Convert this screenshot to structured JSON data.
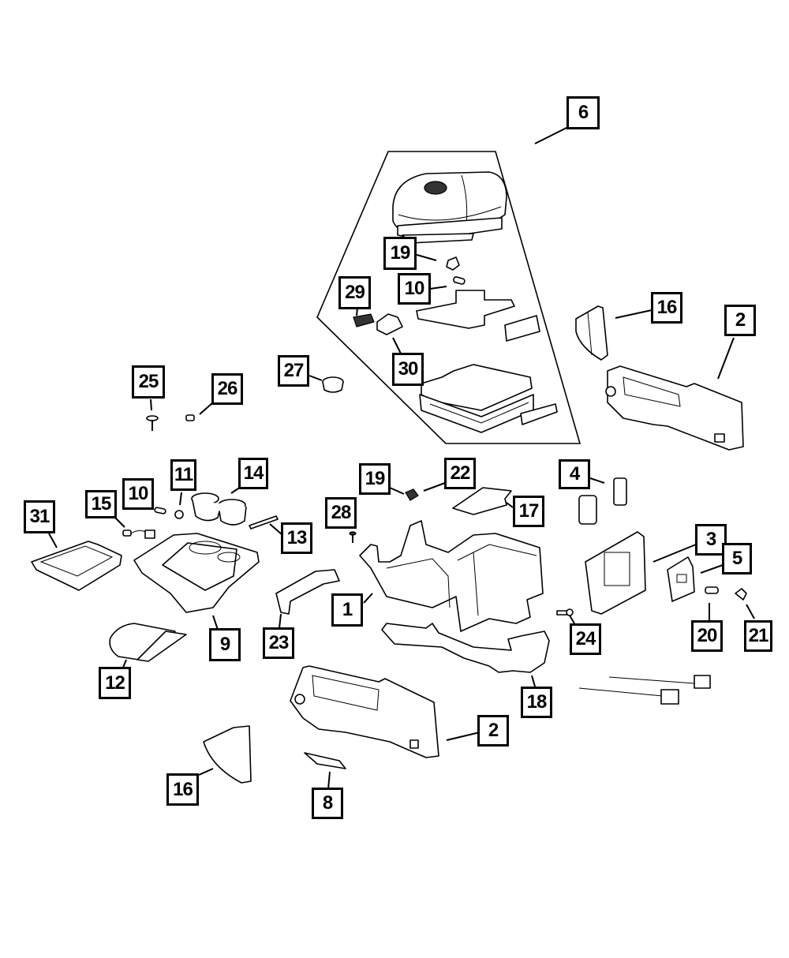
{
  "diagram": {
    "title": "Center Console Exploded Parts Diagram",
    "line_color": "#000000",
    "background": "#ffffff",
    "callouts": [
      {
        "id": "c6",
        "label": "6",
        "part": "armrest-lid-assembly"
      },
      {
        "id": "c19a",
        "label": "19",
        "part": "lid-latch-clip"
      },
      {
        "id": "c10a",
        "label": "10",
        "part": "lid-lamp-bulb"
      },
      {
        "id": "c29",
        "label": "29",
        "part": "lid-latch"
      },
      {
        "id": "c30",
        "label": "30",
        "part": "latch-bracket"
      },
      {
        "id": "c16a",
        "label": "16",
        "part": "rear-end-cap-right"
      },
      {
        "id": "c2a",
        "label": "2",
        "part": "side-panel-right"
      },
      {
        "id": "c27",
        "label": "27",
        "part": "knob"
      },
      {
        "id": "c25",
        "label": "25",
        "part": "bolt"
      },
      {
        "id": "c26",
        "label": "26",
        "part": "nut"
      },
      {
        "id": "c31",
        "label": "31",
        "part": "storage-tray"
      },
      {
        "id": "c15",
        "label": "15",
        "part": "lamp-wiring"
      },
      {
        "id": "c10b",
        "label": "10",
        "part": "bulb"
      },
      {
        "id": "c11",
        "label": "11",
        "part": "lamp-socket"
      },
      {
        "id": "c14",
        "label": "14",
        "part": "cup-holder"
      },
      {
        "id": "c13",
        "label": "13",
        "part": "trim-strip"
      },
      {
        "id": "c9",
        "label": "9",
        "part": "bezel-cup-holder"
      },
      {
        "id": "c12",
        "label": "12",
        "part": "mat"
      },
      {
        "id": "c28",
        "label": "28",
        "part": "push-pin"
      },
      {
        "id": "c19b",
        "label": "19",
        "part": "clip"
      },
      {
        "id": "c22",
        "label": "22",
        "part": "lamp"
      },
      {
        "id": "c17",
        "label": "17",
        "part": "bin-mat"
      },
      {
        "id": "c4",
        "label": "4",
        "part": "usb-port"
      },
      {
        "id": "c3",
        "label": "3",
        "part": "rear-bezel"
      },
      {
        "id": "c5",
        "label": "5",
        "part": "rear-switch-panel"
      },
      {
        "id": "c1",
        "label": "1",
        "part": "console-base"
      },
      {
        "id": "c23",
        "label": "23",
        "part": "bracket"
      },
      {
        "id": "c24",
        "label": "24",
        "part": "screw"
      },
      {
        "id": "c20",
        "label": "20",
        "part": "bulb-rear"
      },
      {
        "id": "c21",
        "label": "21",
        "part": "clip-rear"
      },
      {
        "id": "c18",
        "label": "18",
        "part": "duct"
      },
      {
        "id": "c2b",
        "label": "2",
        "part": "side-panel-left"
      },
      {
        "id": "c16b",
        "label": "16",
        "part": "rear-end-cap-left"
      },
      {
        "id": "c8",
        "label": "8",
        "part": "trim-insert"
      }
    ]
  }
}
